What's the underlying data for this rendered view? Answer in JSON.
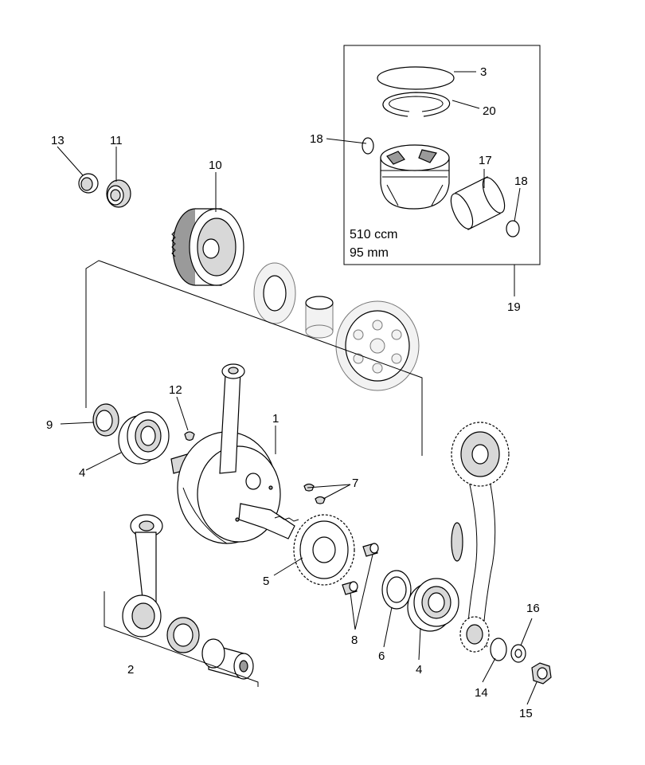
{
  "callouts": {
    "p1": "1",
    "p2": "2",
    "p3": "3",
    "p4a": "4",
    "p4b": "4",
    "p5": "5",
    "p6": "6",
    "p7": "7",
    "p8": "8",
    "p9": "9",
    "p10": "10",
    "p11": "11",
    "p12": "12",
    "p13": "13",
    "p14": "14",
    "p15": "15",
    "p16": "16",
    "p17": "17",
    "p18a": "18",
    "p18b": "18",
    "p19": "19",
    "p20": "20"
  },
  "piston_kit": {
    "displacement": "510 ccm",
    "bore": "95 mm"
  }
}
